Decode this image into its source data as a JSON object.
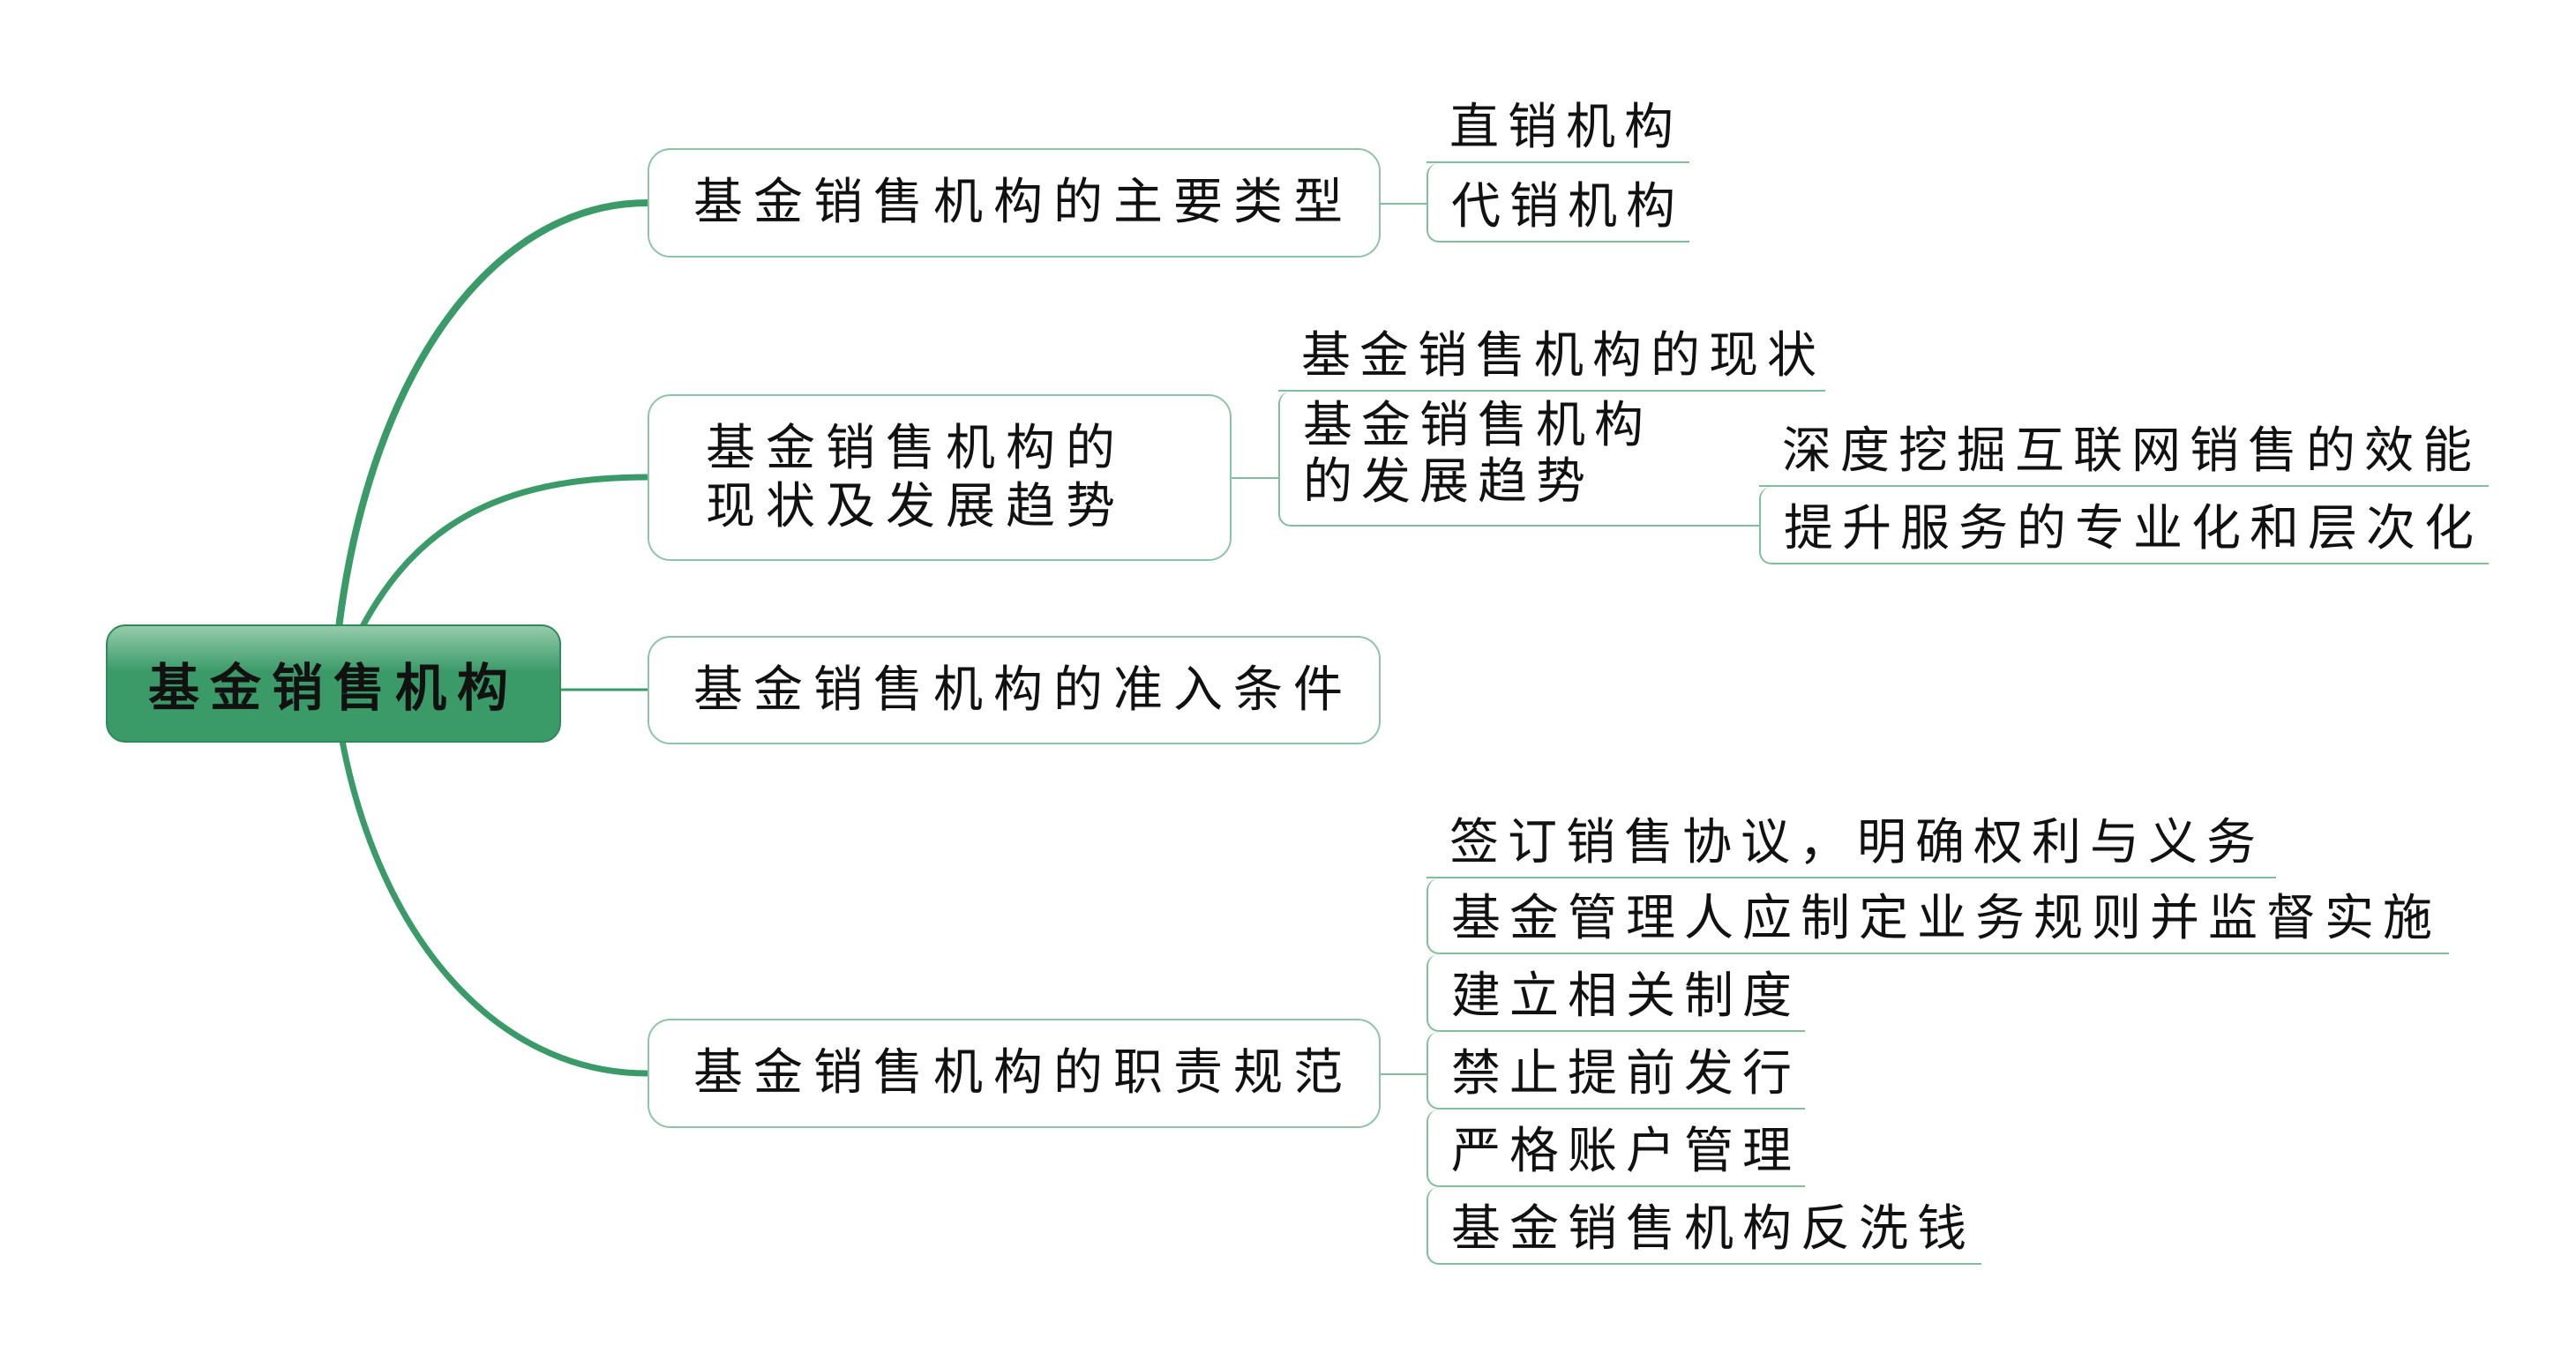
{
  "root": {
    "label": "基金销售机构"
  },
  "branches": [
    {
      "label": "基金销售机构的主要类型",
      "children": [
        "直销机构",
        "代销机构"
      ]
    },
    {
      "label_line1": "基金销售机构的",
      "label_line2": "现状及发展趋势",
      "children": [
        {
          "label": "基金销售机构的现状"
        },
        {
          "label_line1": "基金销售机构",
          "label_line2": "的发展趋势",
          "children": [
            "深度挖掘互联网销售的效能",
            "提升服务的专业化和层次化"
          ]
        }
      ]
    },
    {
      "label": "基金销售机构的准入条件"
    },
    {
      "label": "基金销售机构的职责规范",
      "children": [
        "签订销售协议，明确权利与义务",
        "基金管理人应制定业务规则并监督实施",
        "建立相关制度",
        "禁止提前发行",
        "严格账户管理",
        "基金销售机构反洗钱"
      ]
    }
  ],
  "colors": {
    "accent": "#3a9a68",
    "line": "#7fbf9c"
  }
}
